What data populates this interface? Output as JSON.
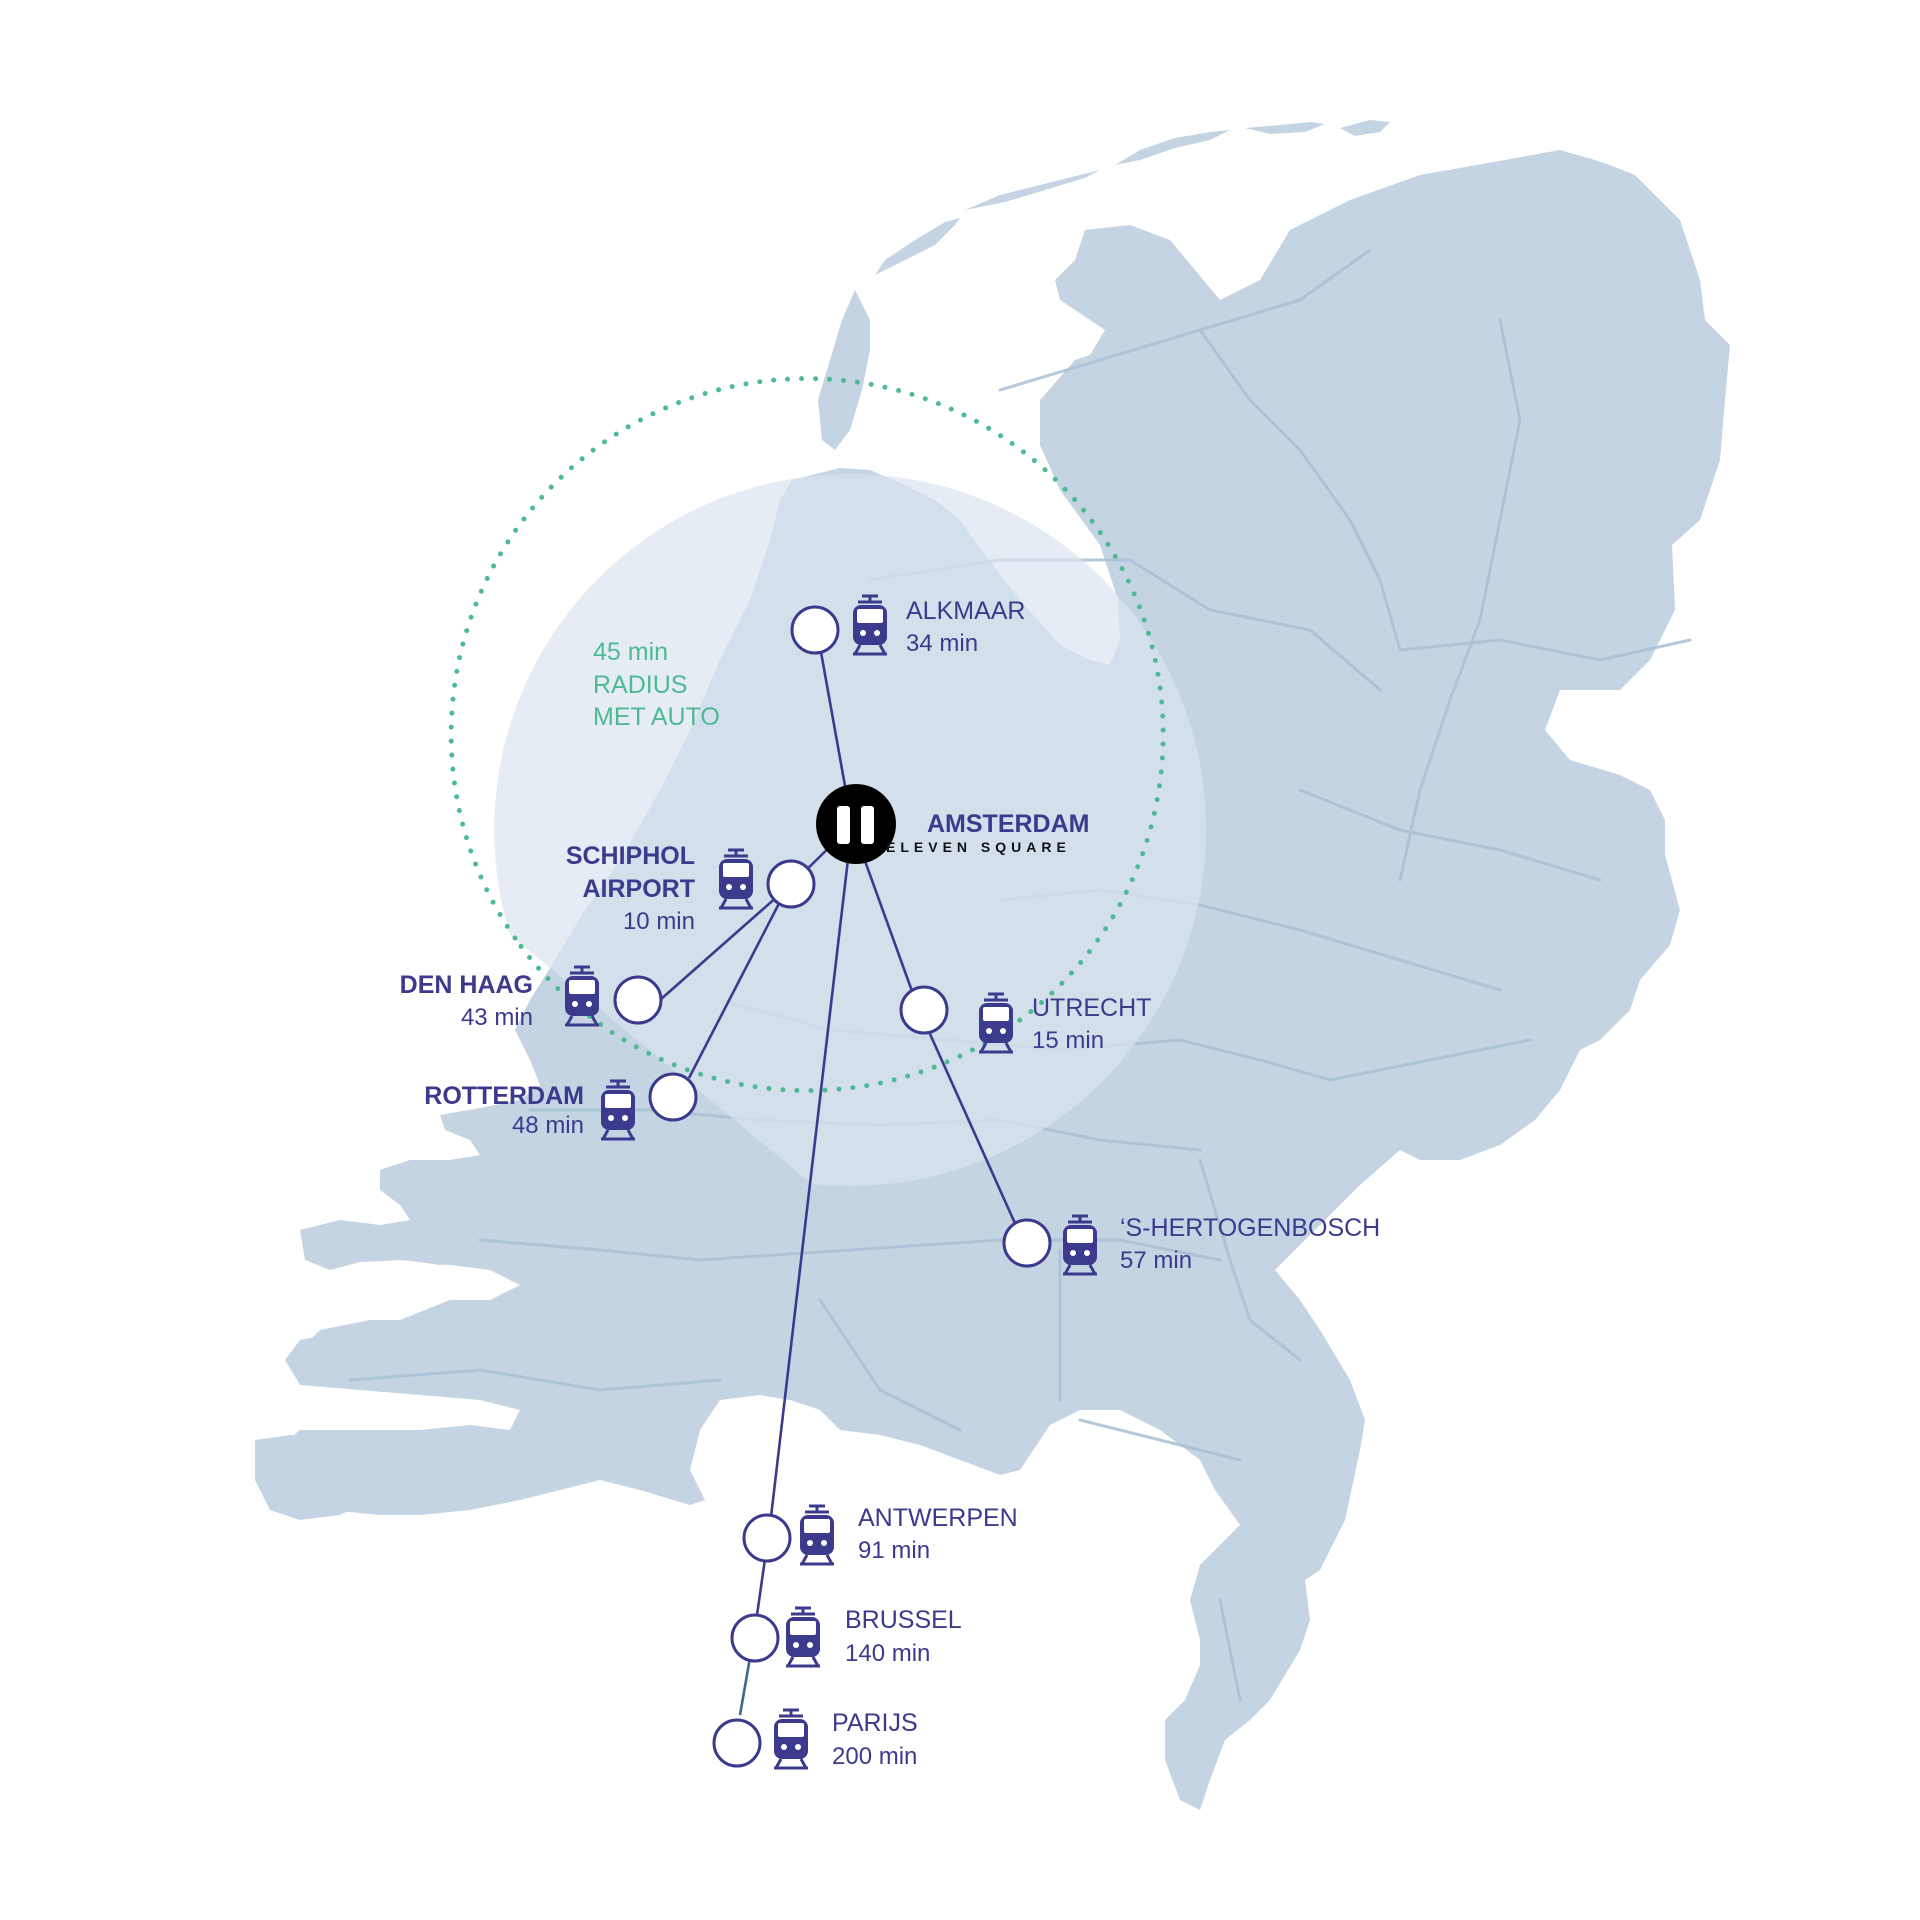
{
  "colors": {
    "land": "#c4d4e3",
    "radius_fill": "#dbe4ef",
    "route": "#3b3a8c",
    "radius_dots": "#4dba94",
    "marker_fill": "#ffffff",
    "hub": "#000000",
    "roads": "#a9bfd3"
  },
  "radius": {
    "line1": "45 min",
    "line2": "RADIUS",
    "line3": "MET AUTO"
  },
  "hub": {
    "name": "AMSTERDAM",
    "brand": "ELEVEN SQUARE",
    "logo_icon": "pause-logo-icon"
  },
  "stations": [
    {
      "id": "alkmaar",
      "name": "ALKMAAR",
      "time": "34 min",
      "icon": "train-icon"
    },
    {
      "id": "schiphol",
      "name_line1": "SCHIPHOL",
      "name_line2": "AIRPORT",
      "time": "10 min",
      "icon": "train-icon"
    },
    {
      "id": "den-haag",
      "name": "DEN HAAG",
      "time": "43 min",
      "icon": "train-icon"
    },
    {
      "id": "rotterdam",
      "name": "ROTTERDAM",
      "time": "48 min",
      "icon": "train-icon"
    },
    {
      "id": "utrecht",
      "name": "UTRECHT",
      "time": "15 min",
      "icon": "train-icon"
    },
    {
      "id": "s-hertogenbosch",
      "name": "‘S-HERTOGENBOSCH",
      "time": "57 min",
      "icon": "train-icon"
    },
    {
      "id": "antwerpen",
      "name": "ANTWERPEN",
      "time": "91 min",
      "icon": "train-icon"
    },
    {
      "id": "brussel",
      "name": "BRUSSEL",
      "time": "140 min",
      "icon": "train-icon"
    },
    {
      "id": "parijs",
      "name": "PARIJS",
      "time": "200 min",
      "icon": "train-icon"
    }
  ]
}
